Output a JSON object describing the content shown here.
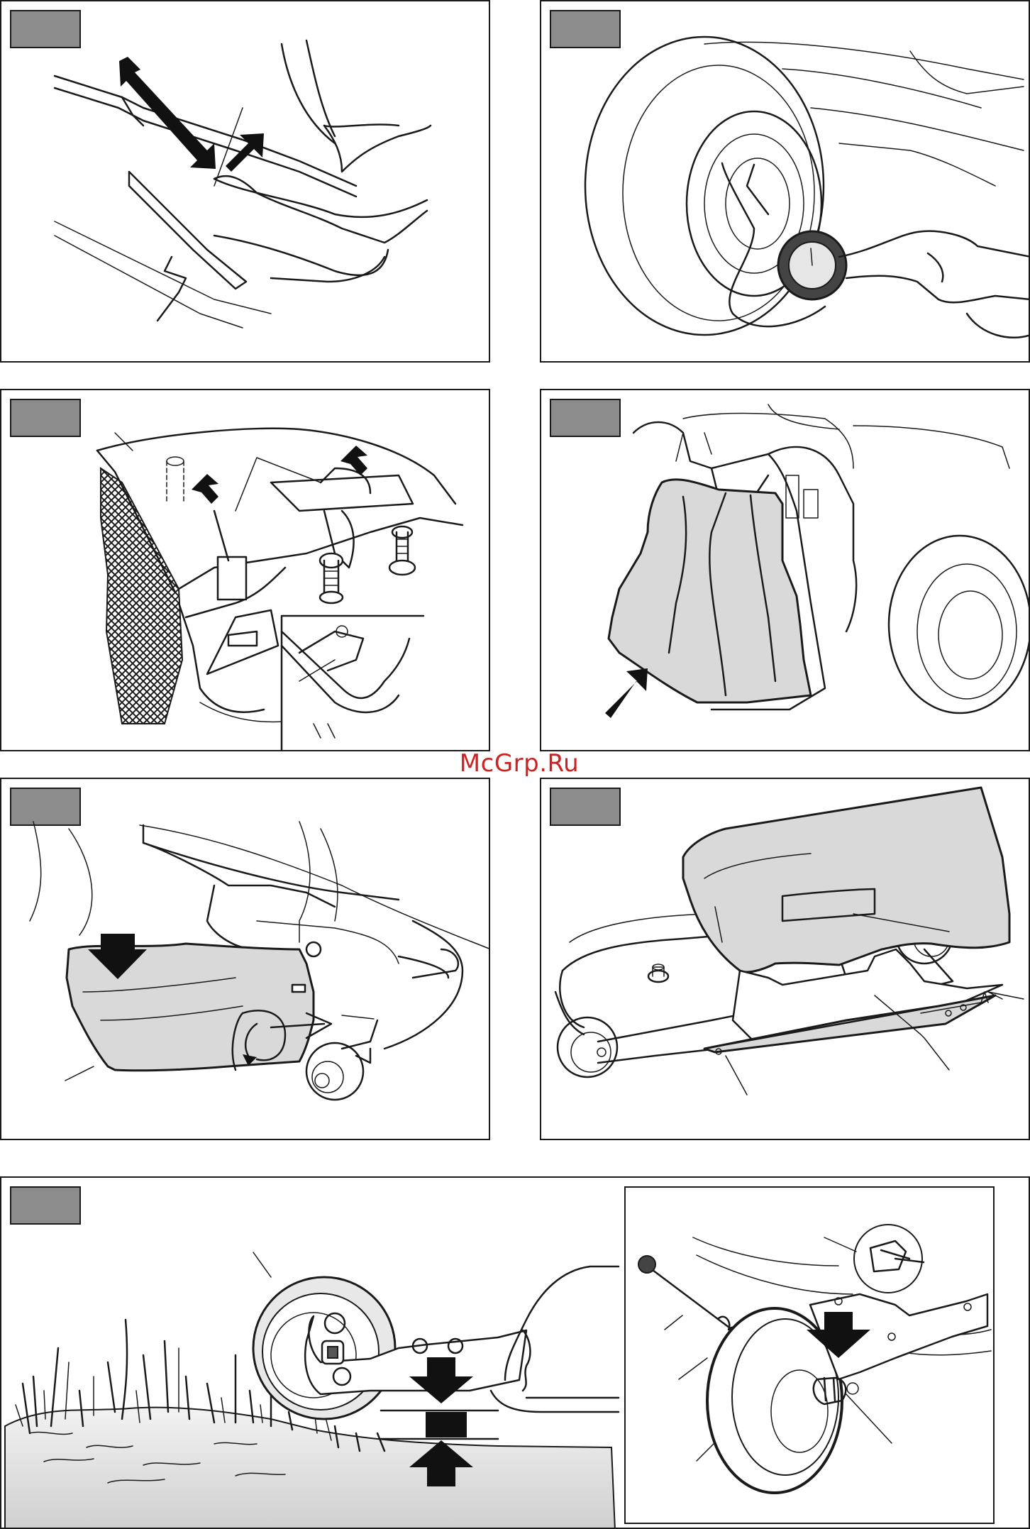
{
  "watermark": {
    "text": "McGrp.Ru",
    "color": "#cc2222"
  },
  "panels": [
    {
      "id": "lever-adjust",
      "illustration": "height-lever-hand"
    },
    {
      "id": "tire-pressure",
      "illustration": "tire-gauge"
    },
    {
      "id": "bag-frame",
      "illustration": "collector-frame-pins"
    },
    {
      "id": "chute-remove",
      "illustration": "discharge-chute"
    },
    {
      "id": "deflector",
      "illustration": "deflector-spring"
    },
    {
      "id": "mulch-plate",
      "illustration": "deck-mulch-plate"
    },
    {
      "id": "gauge-wheel",
      "illustration": "anti-scalp-wheel-height"
    }
  ],
  "colors": {
    "tag": "#8c8c8c",
    "fill": "#d9d9d9",
    "line": "#1a1a1a"
  }
}
